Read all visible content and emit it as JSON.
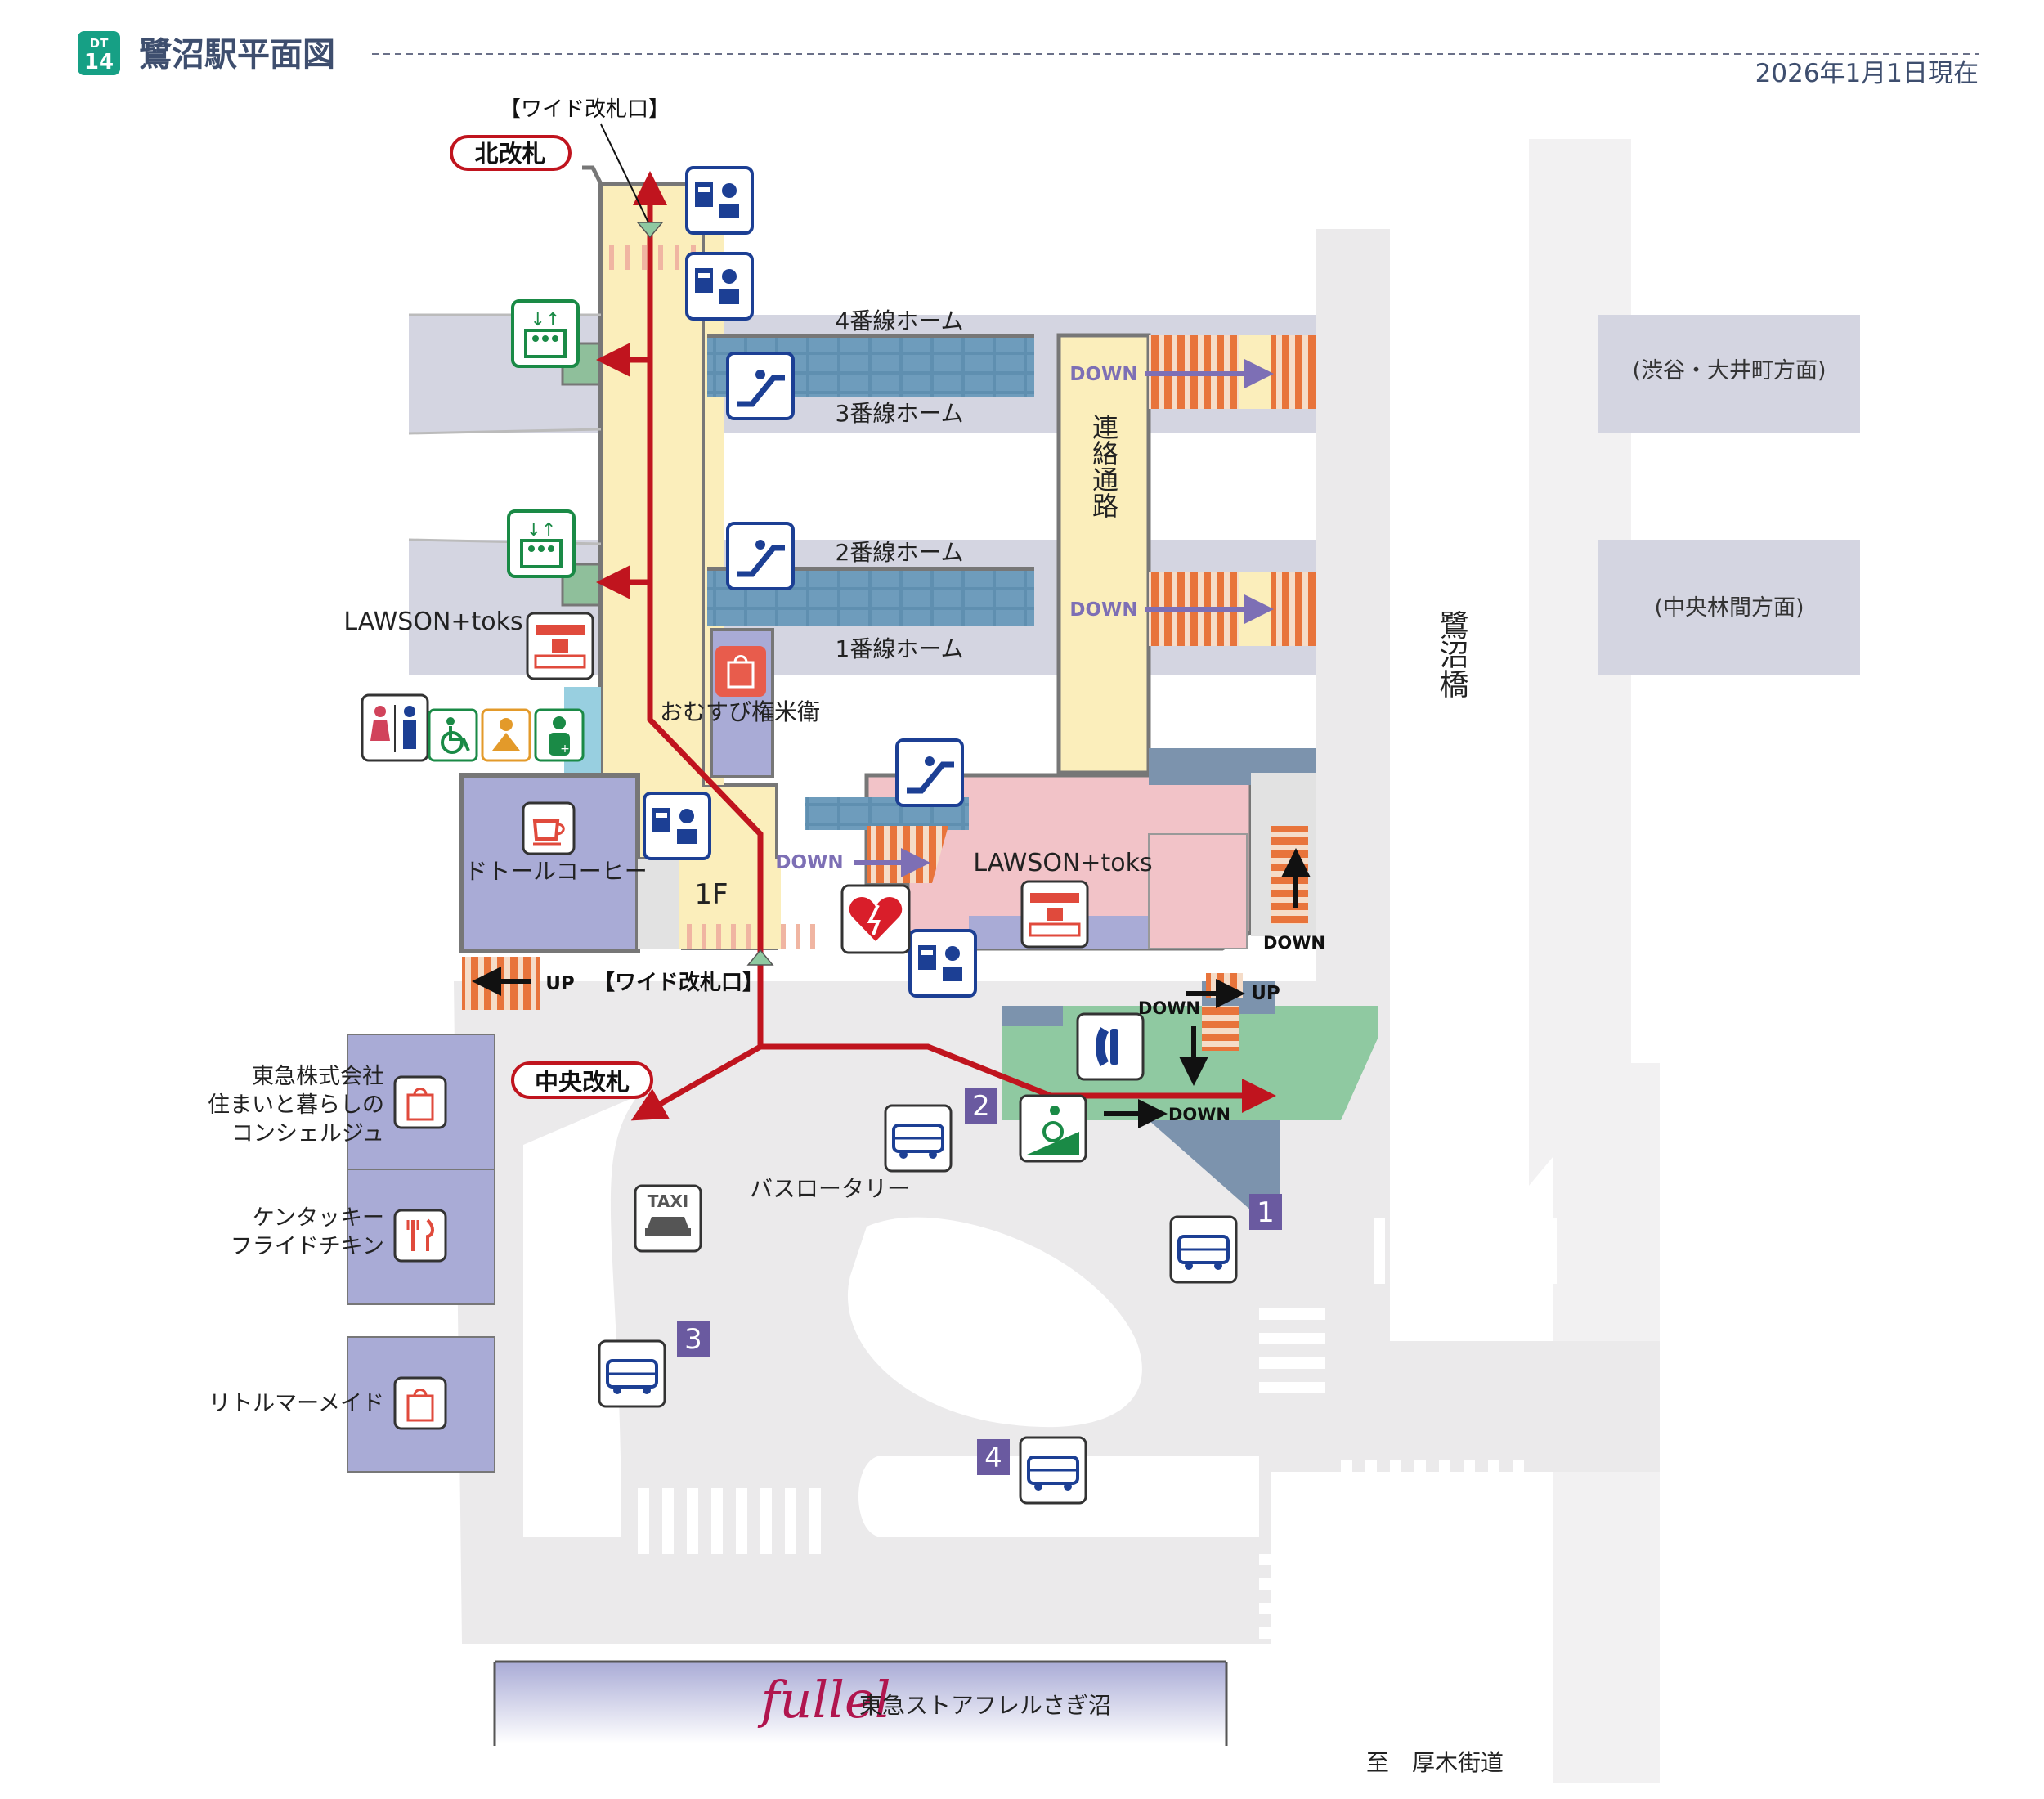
{
  "header": {
    "line_badge_top": "DT",
    "line_badge_num": "14",
    "title": "鷺沼駅平面図",
    "date": "2026年1月1日現在"
  },
  "gates": {
    "north_gate": "北改札",
    "central_gate": "中央改札",
    "wide_gate_top": "【ワイド改札口】",
    "wide_gate_bottom": "【ワイド改札口】"
  },
  "platforms": {
    "p4": "4番線ホーム",
    "p3": "3番線ホーム",
    "p2": "2番線ホーム",
    "p1": "1番線ホーム",
    "dir_upper": "(渋谷・大井町方面)",
    "dir_lower": "(中央林間方面)",
    "connecting_passage": "連絡通路"
  },
  "labels": {
    "floor": "1F",
    "down": "DOWN",
    "up": "UP",
    "bridge": "鷺沼橋",
    "bus_rotary": "バスロータリー",
    "to_atsugi": "至　厚木街道",
    "taxi": "TAXI"
  },
  "shops": {
    "lawson_left": "LAWSON+toks",
    "lawson_right": "LAWSON+toks",
    "omusubi": "おむすび権米衛",
    "doutor": "ドトールコーヒー",
    "tokyu_concierge": [
      "東急株式会社",
      "住まいと暮らしの",
      "コンシェルジュ"
    ],
    "kfc": [
      "ケンタッキー",
      "フライドチキン"
    ],
    "little_mermaid": "リトルマーメイド",
    "fullel_logo": "fullel",
    "fullel_name": "東急ストアフレルさぎ沼"
  },
  "bus_stops": [
    "1",
    "2",
    "3",
    "4"
  ],
  "icons": [
    "ticket-machine-icon",
    "elevator-icon",
    "escalator-icon",
    "restroom-icon",
    "wheelchair-icon",
    "baby-care-icon",
    "ostomate-icon",
    "coffee-icon",
    "shop-bag-icon",
    "convenience-store-icon",
    "aed-icon",
    "phone-icon",
    "bus-icon",
    "taxi-icon",
    "restaurant-icon",
    "slope-icon"
  ],
  "colors": {
    "line_green": "#16a085",
    "route_red": "#c0141e",
    "concourse_yellow": "#fbeebb",
    "shop_purple": "#a9abd6",
    "shop_pink": "#f2c3c8",
    "platform_blue": "#5f8fb0",
    "stairs_orange": "#e8743b",
    "icon_blue": "#1c3f94",
    "bus_purple": "#6a5aa0"
  }
}
